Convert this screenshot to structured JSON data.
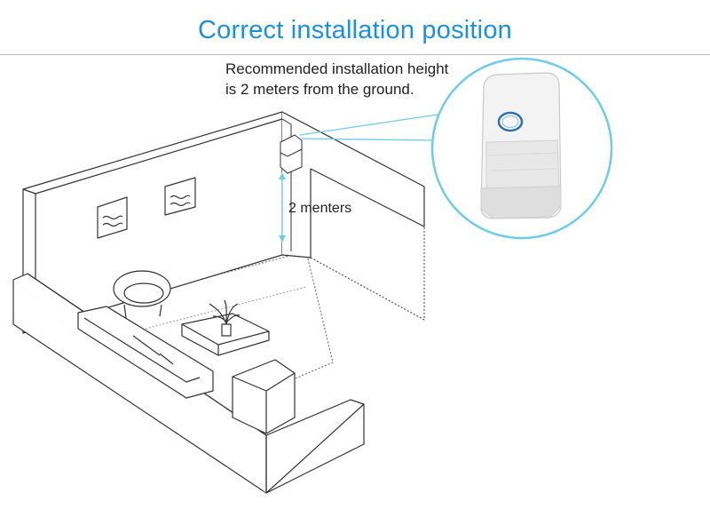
{
  "header": {
    "title": "Correct installation position",
    "title_color": "#1c8fe0"
  },
  "callout": {
    "line1": "Recommended installation height",
    "line2": "is 2 meters from the ground."
  },
  "measurement": {
    "label": "2 menters",
    "color": "#6ecbe9"
  },
  "colors": {
    "outline": "#333333",
    "bubble_border": "#6ecbe9",
    "rule": "#b9b9b9"
  },
  "icons": {
    "sensor": "pir-motion-sensor-icon",
    "frame": "picture-frame-icon",
    "plant": "potted-plant-icon",
    "chair": "armchair-icon"
  }
}
